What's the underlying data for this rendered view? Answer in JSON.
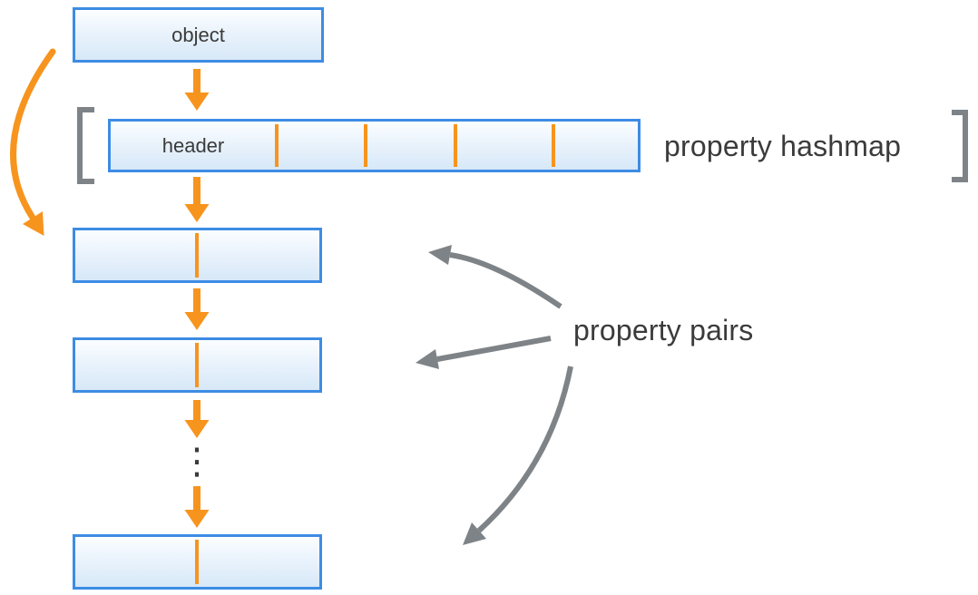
{
  "diagram": {
    "object_box": {
      "label": "object"
    },
    "hashmap": {
      "header_label": "header",
      "caption": "property hashmap",
      "slot_count": 5
    },
    "pairs": {
      "caption": "property pairs",
      "ellipsis": "⋮",
      "box_count": 3
    }
  },
  "colors": {
    "accent_orange": "#F7941E",
    "box_border_blue": "#3D8CE4",
    "box_fill_top": "#FCFEFF",
    "box_fill_bottom": "#D7E8F8",
    "arrow_gray": "#7E8387",
    "text_dark": "#3B3B3B"
  }
}
